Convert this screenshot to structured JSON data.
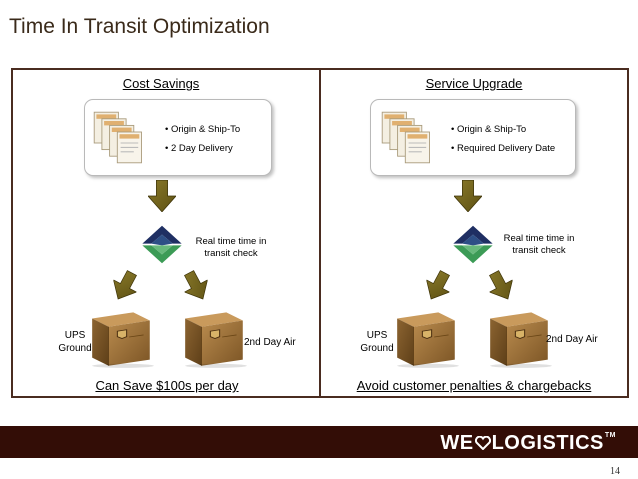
{
  "slide": {
    "title": "Time In Transit Optimization",
    "page_number": "14"
  },
  "panels": [
    {
      "title": "Cost Savings",
      "bullets": [
        "Origin & Ship-To",
        "2 Day Delivery"
      ],
      "check_label_line1": "Real time time in",
      "check_label_line2": "transit check",
      "left_box_line1": "UPS",
      "left_box_line2": "Ground",
      "right_box_label": "2nd Day Air",
      "bottom_text": "Can Save $100s per day"
    },
    {
      "title": "Service Upgrade",
      "bullets": [
        "Origin & Ship-To",
        "Required Delivery Date"
      ],
      "check_label_line1": "Real time time in",
      "check_label_line2": "transit check",
      "left_box_line1": "UPS",
      "left_box_line2": "Ground",
      "right_box_label": "2nd Day Air",
      "bottom_text": "Avoid customer penalties & chargebacks"
    }
  ],
  "footer": {
    "logo_text_left": "WE",
    "logo_text_right": "LOGISTICS",
    "logo_tm": "TM",
    "band_color": "#330d06"
  },
  "colors": {
    "frame": "#4a2c20",
    "arrow_fill": "#7a6a1e",
    "box_fill": "#a77a3d",
    "logo_green": "#3c9b56",
    "logo_navy": "#1f2f63"
  },
  "icons": {
    "documents": "stacked-documents-icon",
    "transit_check": "transit-check-logo-icon",
    "arrow": "down-arrow-icon",
    "box": "ups-package-icon",
    "heart": "heart-icon"
  }
}
